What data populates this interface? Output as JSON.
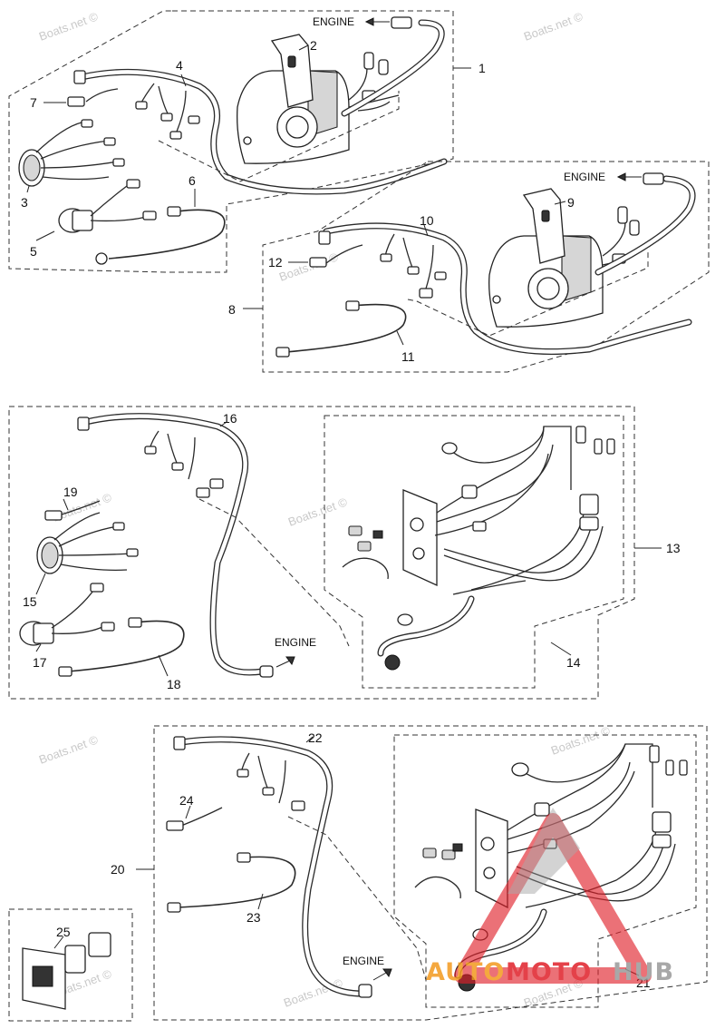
{
  "labels": {
    "engine": "ENGINE",
    "callouts": [
      "1",
      "2",
      "3",
      "4",
      "5",
      "6",
      "7",
      "8",
      "9",
      "10",
      "11",
      "12",
      "13",
      "14",
      "15",
      "16",
      "17",
      "18",
      "19",
      "20",
      "21",
      "22",
      "23",
      "24",
      "25"
    ]
  },
  "watermark": "Boats.net ©",
  "logo": {
    "part1": "AUTO",
    "part2": "MOTO",
    "part3": "HUB",
    "orange": "#f39a1e",
    "red": "#e0202a",
    "gray": "#9a9a9a"
  }
}
